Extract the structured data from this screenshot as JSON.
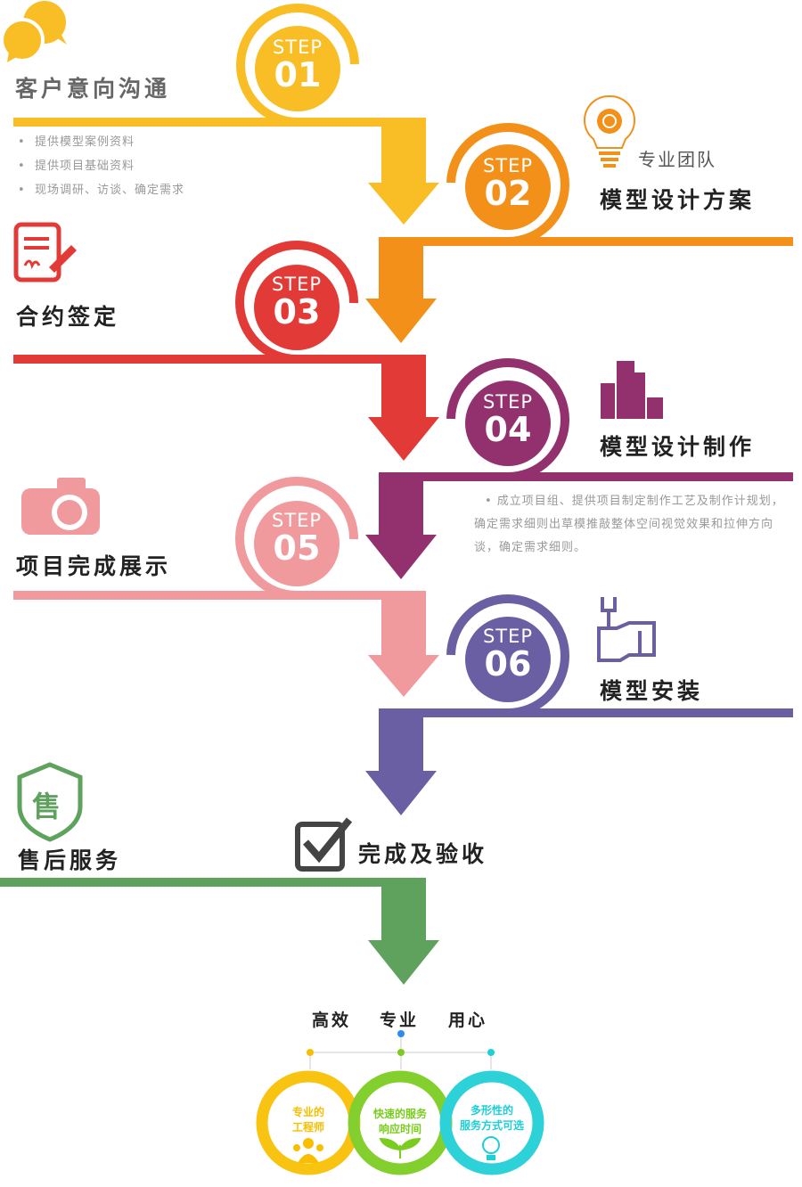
{
  "step_word": "STEP",
  "steps": [
    {
      "num": "01",
      "title": "客户意向沟通",
      "color": "#F9BE25",
      "bullets": [
        "提供模型案例资料",
        "提供项目基础资料",
        "现场调研、访谈、确定需求"
      ]
    },
    {
      "num": "02",
      "title": "模型设计方案",
      "subtitle": "专业团队",
      "color": "#F39019"
    },
    {
      "num": "03",
      "title": "合约签定",
      "color": "#E23B37"
    },
    {
      "num": "04",
      "title": "模型设计制作",
      "color": "#93306E",
      "description": "• 成立项目组、提供项目制定制作工艺及制作计规划，确定需求细则出草模推敲整体空间视觉效果和拉伸方向谈，确定需求细则。"
    },
    {
      "num": "05",
      "title": "项目完成展示",
      "color": "#F09A9E"
    },
    {
      "num": "06",
      "title": "模型安装",
      "color": "#6B5FA3"
    }
  ],
  "after_sales": {
    "title": "售后服务",
    "icon_char": "售",
    "color": "#5FA25E"
  },
  "completion": {
    "title": "完成及验收"
  },
  "motto": [
    "高效",
    "专业",
    "用心"
  ],
  "circles": [
    {
      "line1": "专业的",
      "line2": "工程师",
      "color": "#F9BE00"
    },
    {
      "line1": "快速的服务",
      "line2": "响应时间",
      "color": "#7ACC1E"
    },
    {
      "line1": "多形性的",
      "line2": "服务方式可选",
      "color": "#1DCFD6"
    }
  ]
}
